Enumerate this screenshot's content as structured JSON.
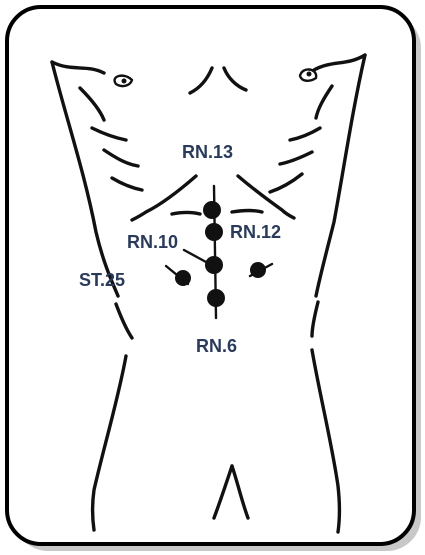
{
  "labels": {
    "rn13": "RN.13",
    "rn12": "RN.12",
    "rn10": "RN.10",
    "st25": "ST.25",
    "rn6": "RN.6"
  },
  "colors": {
    "label": "#2a3a5a",
    "line": "#111111",
    "frame_shadow": "#bfbfbf",
    "background": "#ffffff"
  }
}
